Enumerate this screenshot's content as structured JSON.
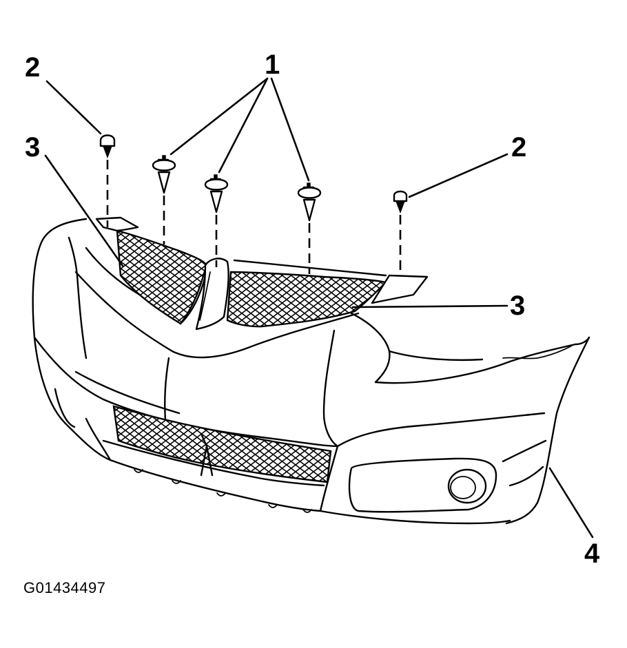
{
  "callouts": {
    "c1": "1",
    "c2_left": "2",
    "c2_right": "2",
    "c3_left": "3",
    "c3_right": "3",
    "c4": "4"
  },
  "figure_id": "G01434497"
}
